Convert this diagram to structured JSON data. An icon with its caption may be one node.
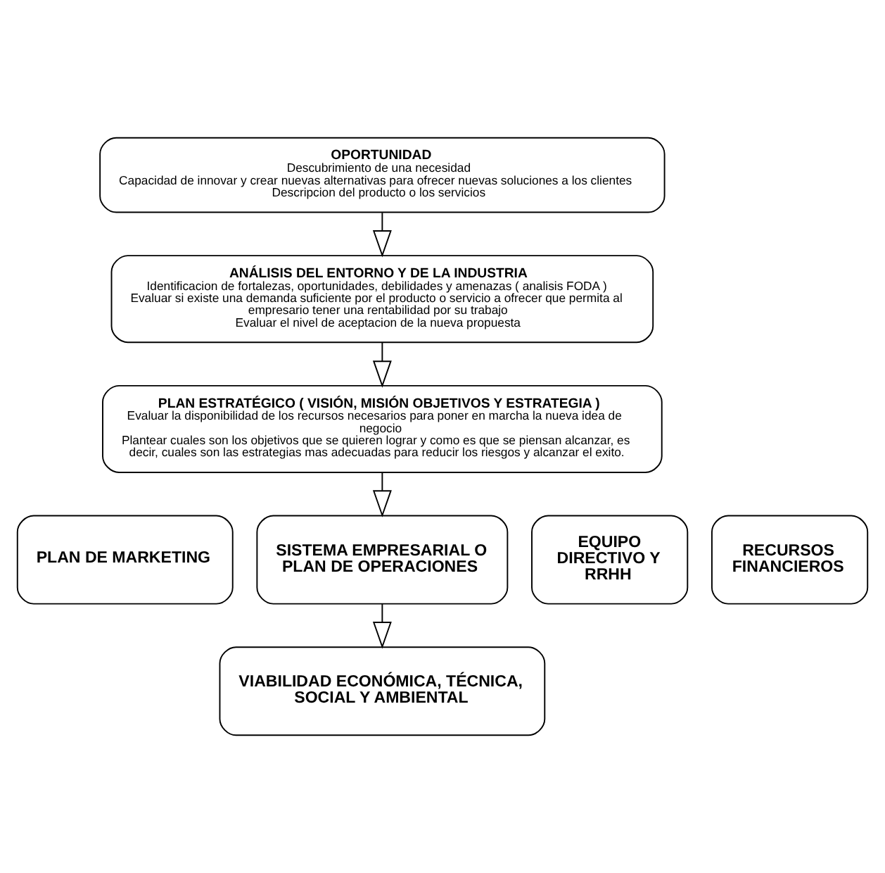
{
  "diagram": {
    "nodes": [
      {
        "text": [
          "OPORTUNIDAD",
          "Descubrimiento de una necesidad",
          "Capacidad de innovar y crear nuevas alternativas para ofrecer nuevas soluciones a los clientes",
          "Descripcion del producto o los servicios"
        ]
      },
      {
        "text": [
          "ANÁLISIS DEL ENTORNO Y DE LA INDUSTRIA",
          "Identificacion de fortalezas, oportunidades, debilidades y amenazas ( analisis FODA )",
          "Evaluar si existe una demanda suficiente por el producto o servicio a ofrecer que permita al empresario tener una rentabilidad por su trabajo",
          "Evaluar el nivel de aceptacion de la nueva propuesta"
        ]
      },
      {
        "text": [
          "PLAN ESTRATÉGICO ( VISIÓN, MISIÓN OBJETIVOS Y ESTRATEGIA )",
          "Evaluar la disponibilidad de los recursos necesarios para poner en marcha la nueva idea de negocio",
          "Plantear cuales son los objetivos que se quieren lograr y como es que se piensan alcanzar, es decir, cuales son las estrategias mas adecuadas para reducir los riesgos y alcanzar el exito."
        ]
      },
      {
        "text": [
          "PLAN DE MARKETING"
        ]
      },
      {
        "text": [
          "SISTEMA EMPRESARIAL O PLAN DE OPERACIONES"
        ]
      },
      {
        "text": [
          "EQUIPO DIRECTIVO Y RRHH"
        ]
      },
      {
        "text": [
          "RECURSOS FINANCIEROS"
        ]
      },
      {
        "text": [
          "VIABILIDAD ECONÓMICA, TÉCNICA, SOCIAL Y AMBIENTAL"
        ]
      }
    ],
    "edges": [
      {
        "from": 0,
        "to": 1,
        "arrow": "to"
      },
      {
        "from": 1,
        "to": 2,
        "arrow": "to"
      },
      {
        "from": 2,
        "to": 4,
        "arrow": "to"
      },
      {
        "from": 4,
        "to": 7,
        "arrow": "to"
      }
    ]
  }
}
